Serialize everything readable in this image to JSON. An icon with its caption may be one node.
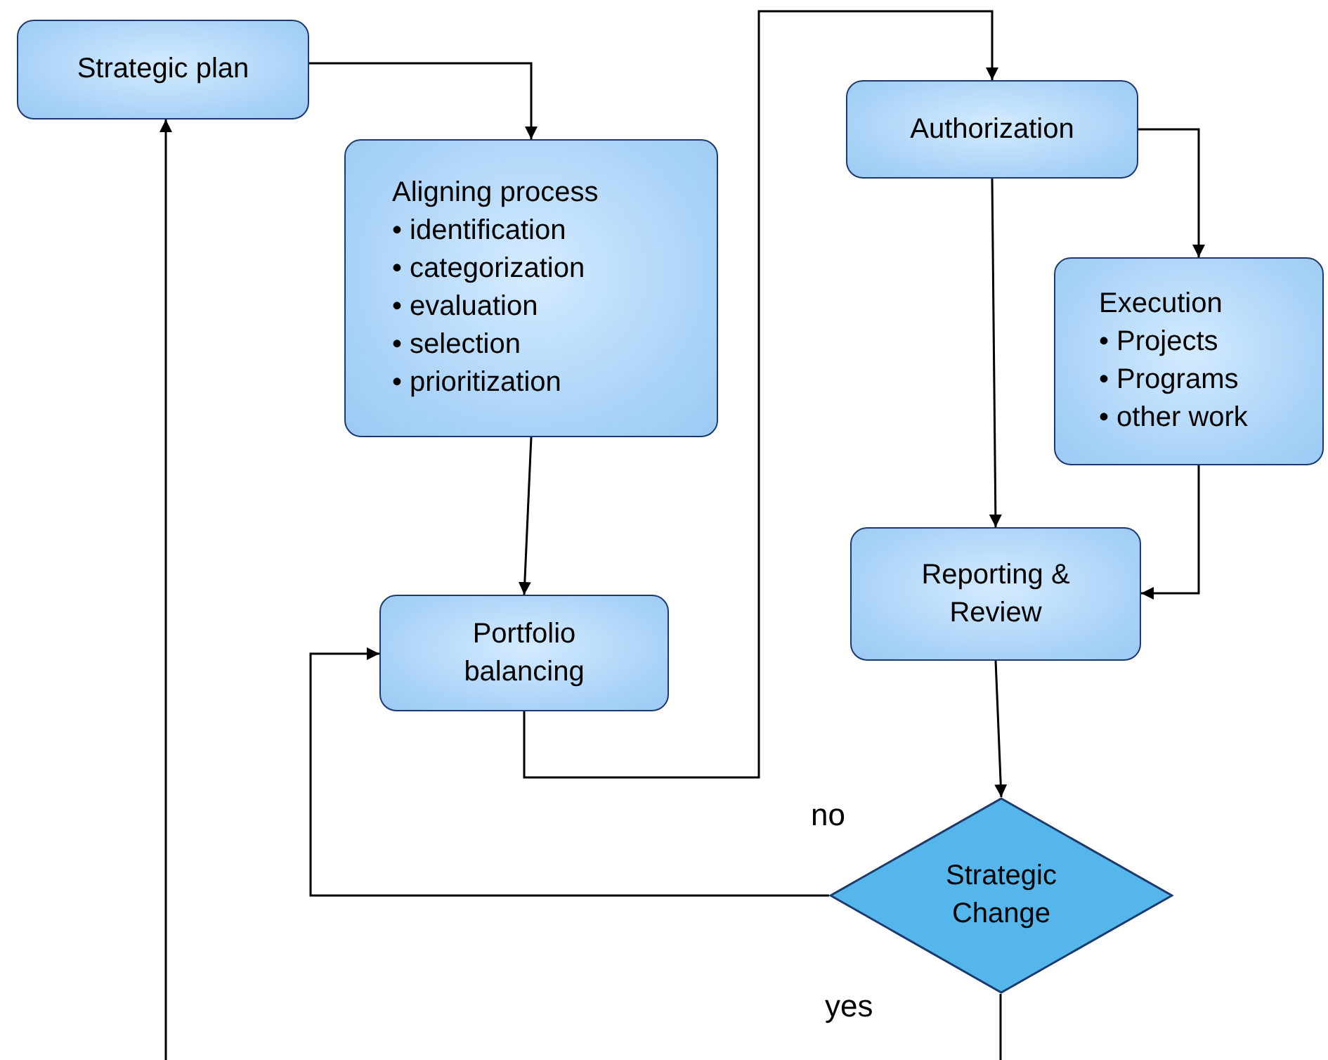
{
  "diagram": {
    "nodes": [
      {
        "text": [
          "Strategic plan"
        ]
      },
      {
        "text": [
          "Aligning process",
          "• identification",
          "• categorization",
          "• evaluation",
          "• selection",
          "• prioritization"
        ]
      },
      {
        "text": [
          "Portfolio balancing"
        ]
      },
      {
        "text": [
          "Authorization"
        ]
      },
      {
        "text": [
          "Execution",
          "• Projects",
          "• Programs",
          "• other work"
        ]
      },
      {
        "text": [
          "Reporting & Review"
        ]
      },
      {
        "text": [
          "Strategic Change"
        ]
      }
    ],
    "edges": [
      {
        "from": 0,
        "to": 1,
        "arrow": "to"
      },
      {
        "from": 1,
        "to": 2,
        "arrow": "to"
      },
      {
        "from": 2,
        "to": 3,
        "arrow": "to"
      },
      {
        "from": 3,
        "to": 4,
        "arrow": "to"
      },
      {
        "from": 3,
        "to": 5,
        "arrow": "to"
      },
      {
        "from": 4,
        "to": 5,
        "arrow": "to"
      },
      {
        "from": 5,
        "to": 6,
        "arrow": "to"
      },
      {
        "from": 6,
        "to": 2,
        "arrow": "to",
        "label": "no"
      },
      {
        "from": 6,
        "to": 0,
        "arrow": "to",
        "label": "yes"
      }
    ]
  }
}
